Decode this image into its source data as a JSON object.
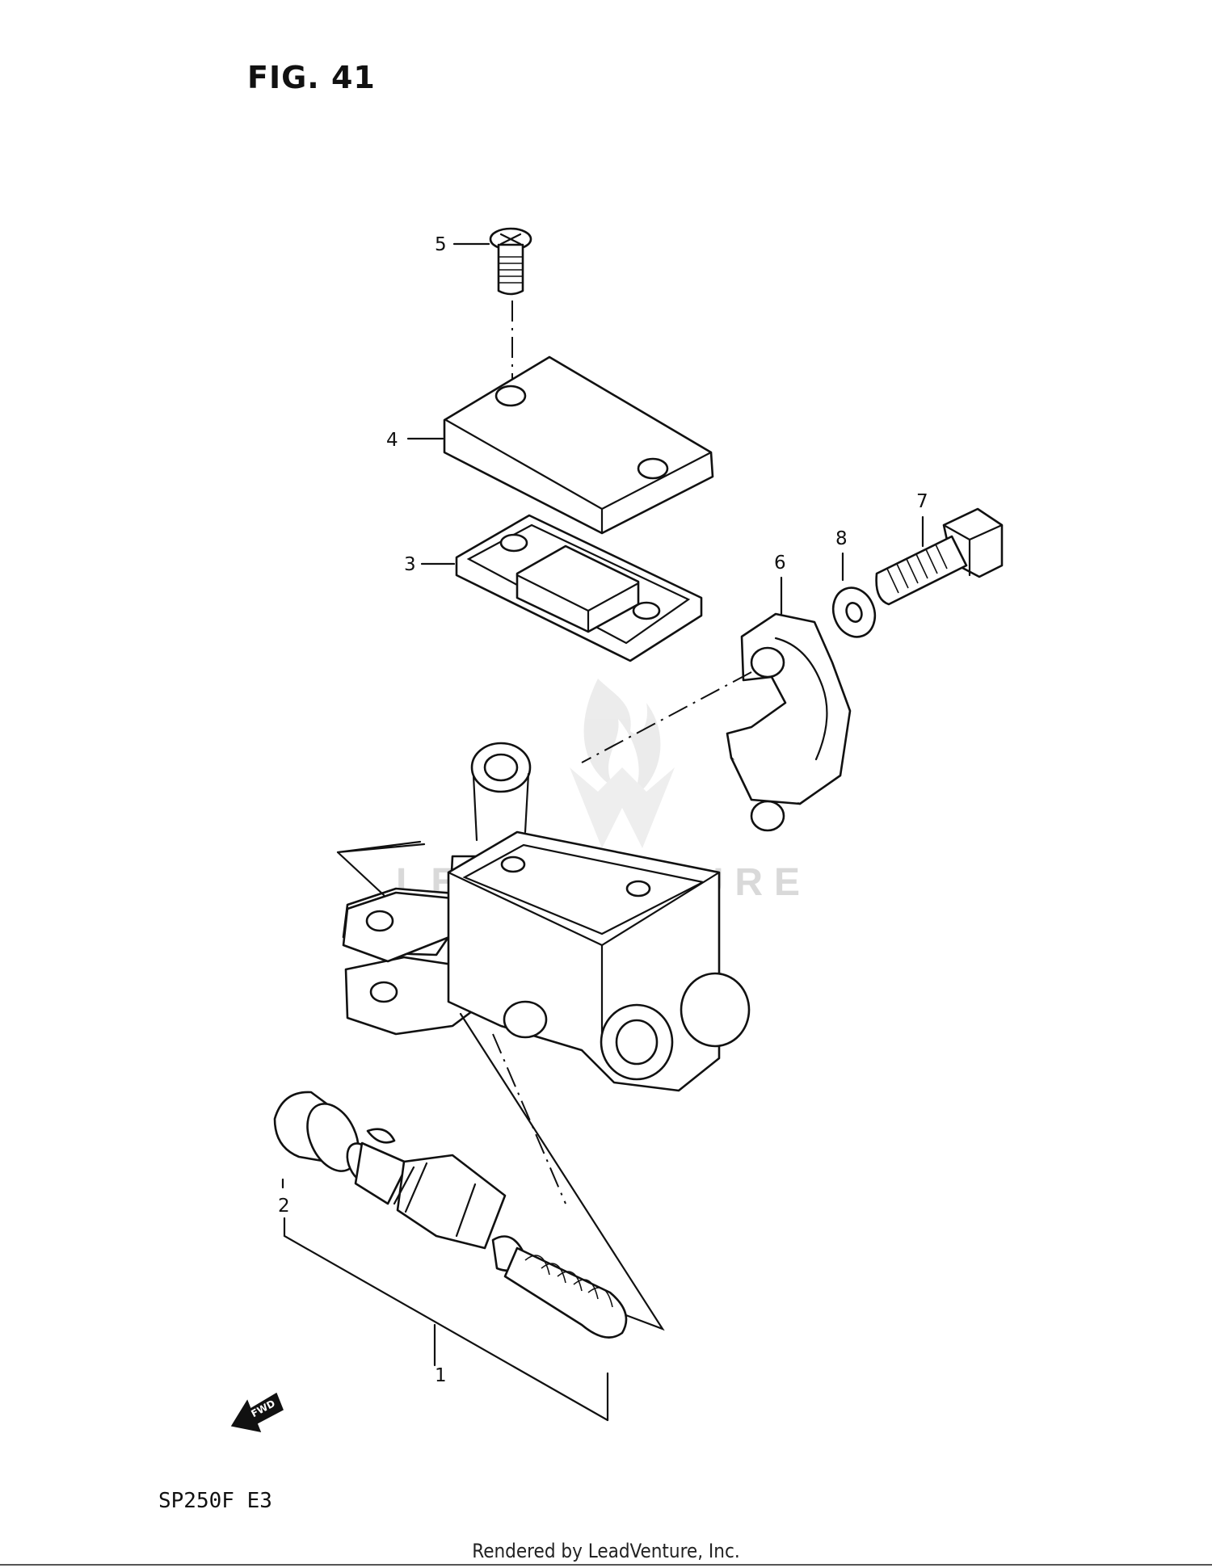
{
  "figure": {
    "title": "FIG. 41",
    "model_code": "SP250F  E3",
    "fwd_label": "FWD",
    "watermark": "LEADVENTURE"
  },
  "callouts": [
    "1",
    "2",
    "3",
    "4",
    "5",
    "6",
    "7",
    "8"
  ],
  "footer": {
    "text": "Rendered by LeadVenture, Inc."
  }
}
